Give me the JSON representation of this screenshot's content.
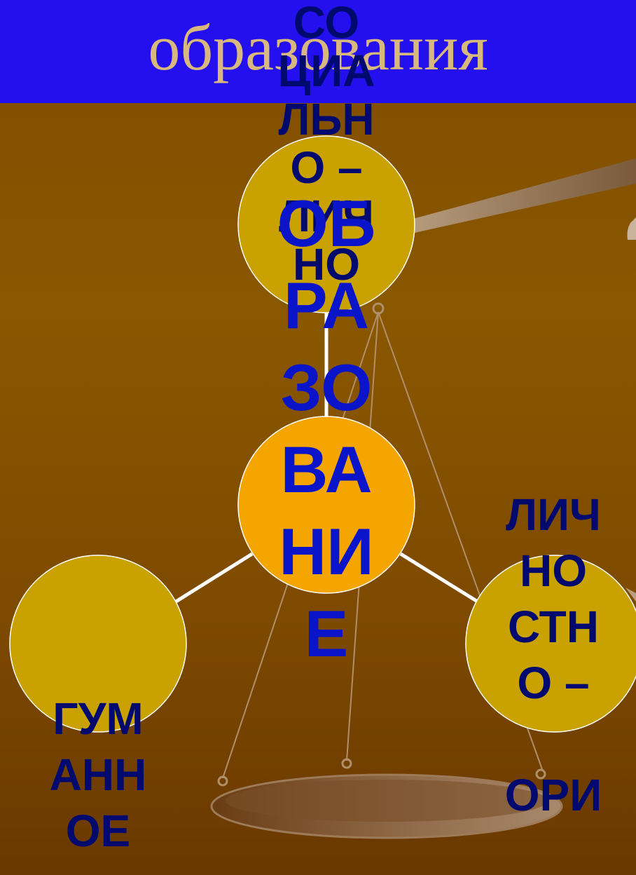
{
  "header": {
    "title": "образования"
  },
  "nodes": {
    "top": {
      "lines": [
        "СО",
        "ЦИА",
        "ЛЬН",
        "О –",
        "ЛИЧ",
        "НО"
      ]
    },
    "center": {
      "lines": [
        "ОБ",
        "РА",
        "ЗО",
        "ВА",
        "НИ",
        "Е"
      ]
    },
    "right": {
      "lines": [
        "ЛИЧ",
        "НО",
        "СТН",
        "О –",
        "",
        "ОРИ"
      ]
    },
    "left": {
      "lines": [
        "ГУМ",
        "АНН",
        "ОЕ"
      ]
    }
  },
  "colors": {
    "header_bg": "#2410ee",
    "title_text": "#d9b87d",
    "background": "#7e4c00",
    "circle_gold": "#c9a100",
    "circle_orange": "#f5a500",
    "label_dark_blue": "#000a6e",
    "label_bright_blue": "#0a14c8"
  }
}
